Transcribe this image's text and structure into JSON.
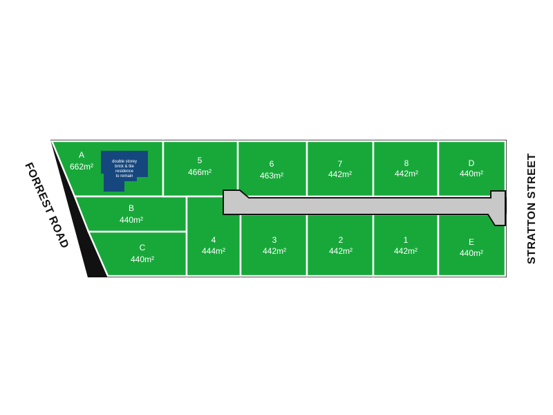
{
  "colors": {
    "lot_fill": "#18a83a",
    "lot_border": "#ffffff",
    "road_fill": "#c8c8c8",
    "road_border": "#111111",
    "residence_fill": "#15477e",
    "text": "#ffffff"
  },
  "roads": {
    "west": "FORREST ROAD",
    "east": "STRATTON STREET"
  },
  "residence": {
    "lines": [
      "double storey",
      "brick & tile",
      "residence",
      "to remain"
    ]
  },
  "lots": {
    "A": {
      "id": "A",
      "area": "662m²"
    },
    "B": {
      "id": "B",
      "area": "440m²"
    },
    "C": {
      "id": "C",
      "area": "440m²"
    },
    "l5": {
      "id": "5",
      "area": "466m²"
    },
    "l6": {
      "id": "6",
      "area": "463m²"
    },
    "l7": {
      "id": "7",
      "area": "442m²"
    },
    "l8": {
      "id": "8",
      "area": "442m²"
    },
    "D": {
      "id": "D",
      "area": "440m²"
    },
    "l4": {
      "id": "4",
      "area": "444m²"
    },
    "l3": {
      "id": "3",
      "area": "442m²"
    },
    "l2": {
      "id": "2",
      "area": "442m²"
    },
    "l1": {
      "id": "1",
      "area": "442m²"
    },
    "E": {
      "id": "E",
      "area": "440m²"
    }
  }
}
